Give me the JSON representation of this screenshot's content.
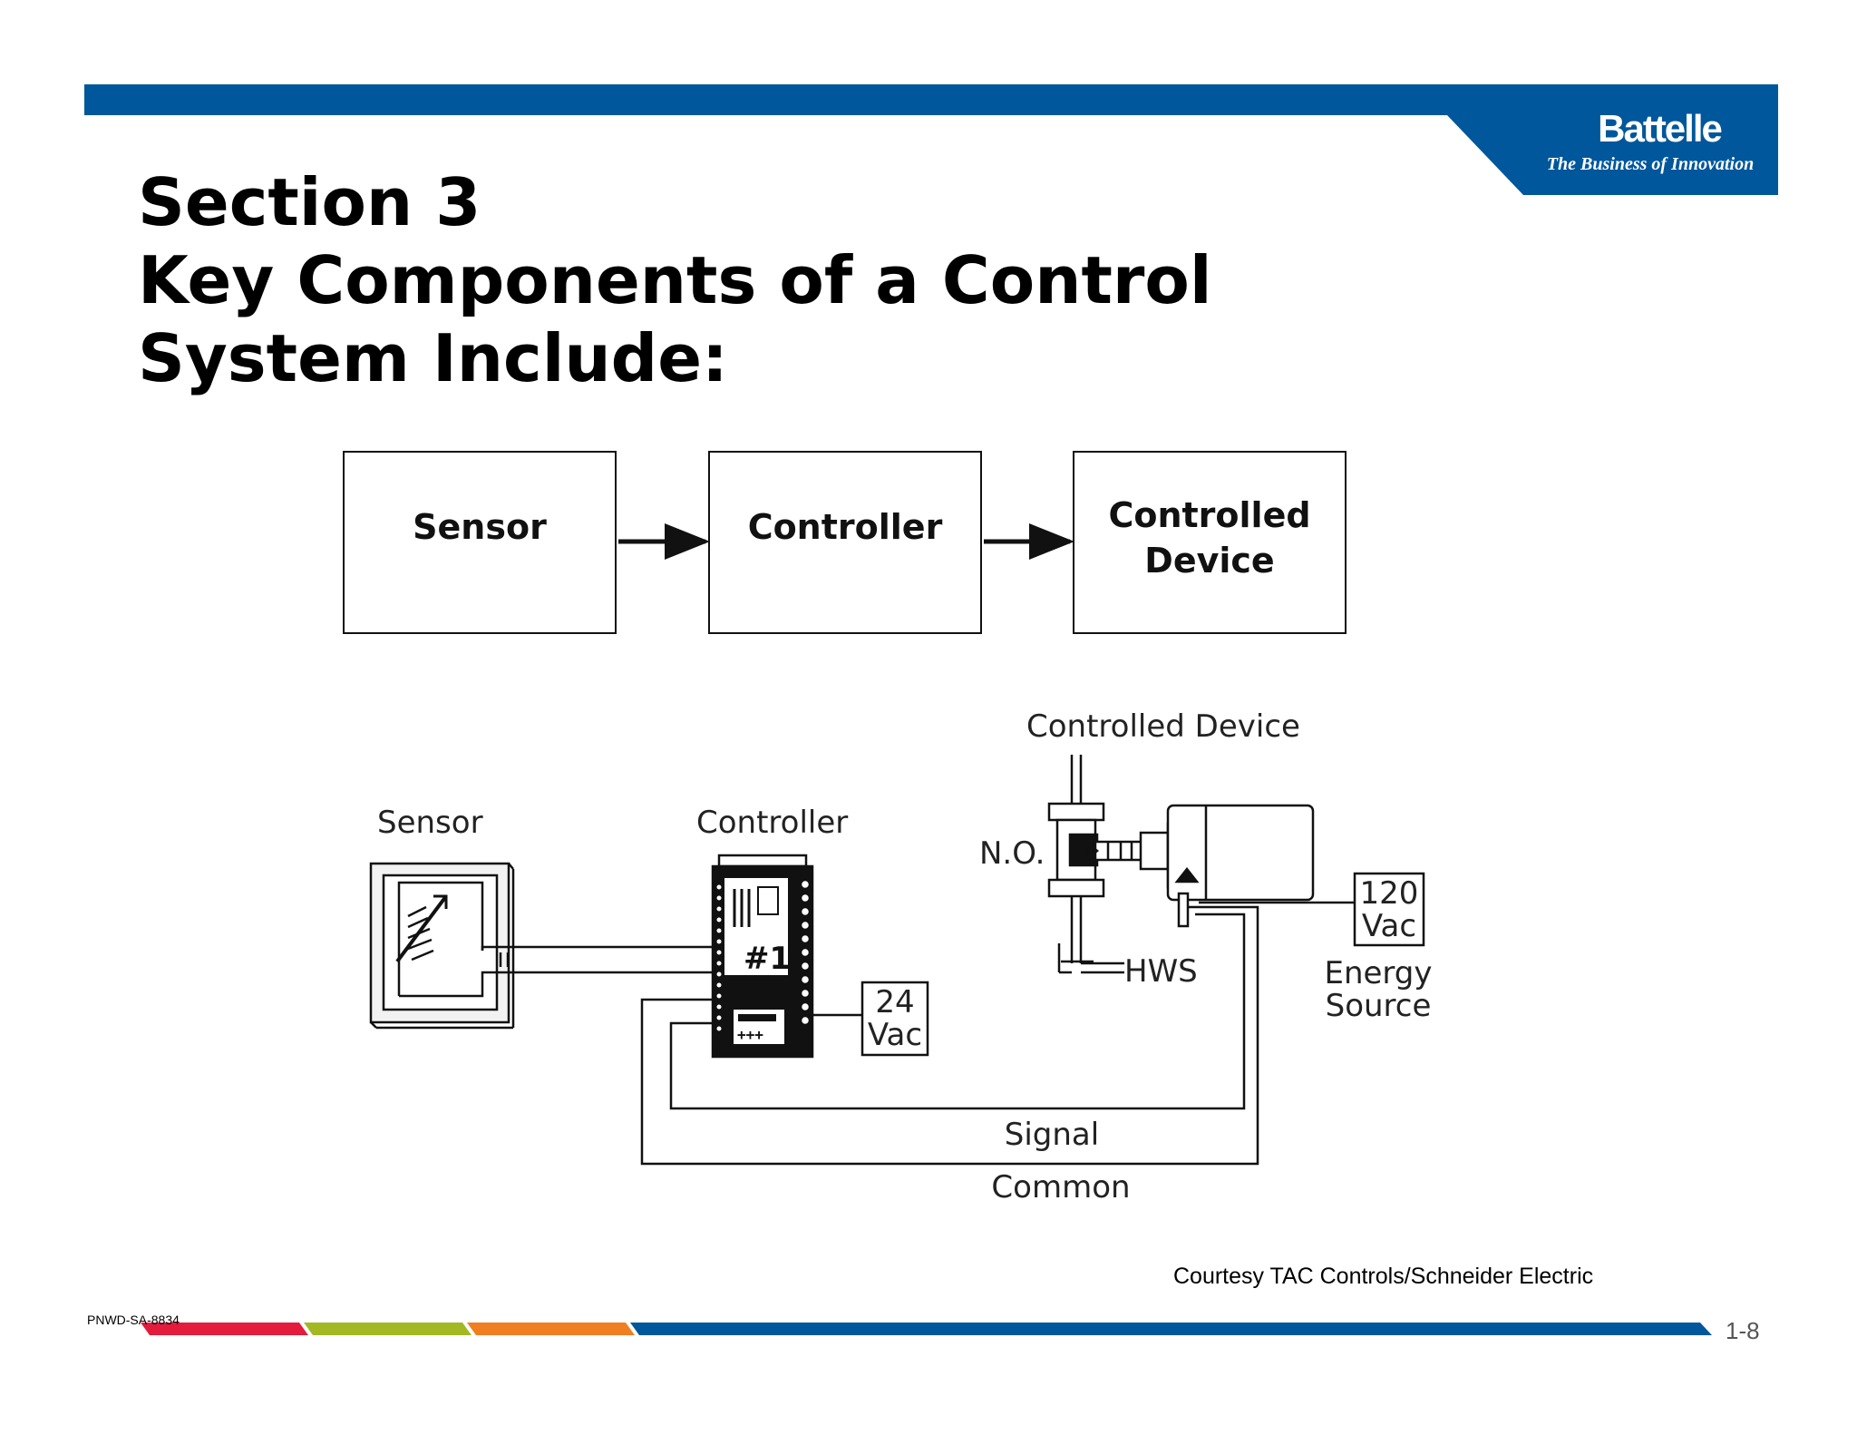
{
  "brand": {
    "name": "Battelle",
    "tagline": "The Business of Innovation",
    "blue": "#00579b",
    "footer_colors": [
      "#e31b3c",
      "#a3b823",
      "#f07f21",
      "#00579b"
    ]
  },
  "title": {
    "lines": [
      "Section 3",
      "Key Components of a Control",
      "System Include:"
    ]
  },
  "block_diagram": {
    "blocks": [
      "Sensor",
      "Controller",
      "Controlled\nDevice"
    ]
  },
  "wiring_diagram": {
    "labels": {
      "sensor": "Sensor",
      "controller": "Controller",
      "controlled_device": "Controlled Device",
      "normally_open": "N.O.",
      "hws": "HWS",
      "supply_24": [
        "24",
        "Vac"
      ],
      "supply_120": [
        "120",
        "Vac"
      ],
      "energy_source": [
        "Energy",
        "Source"
      ],
      "signal": "Signal",
      "common": "Common"
    }
  },
  "footer": {
    "courtesy": "Courtesy TAC Controls/Schneider Electric",
    "doc_id": "PNWD-SA-8834",
    "page_number": "1-8"
  }
}
